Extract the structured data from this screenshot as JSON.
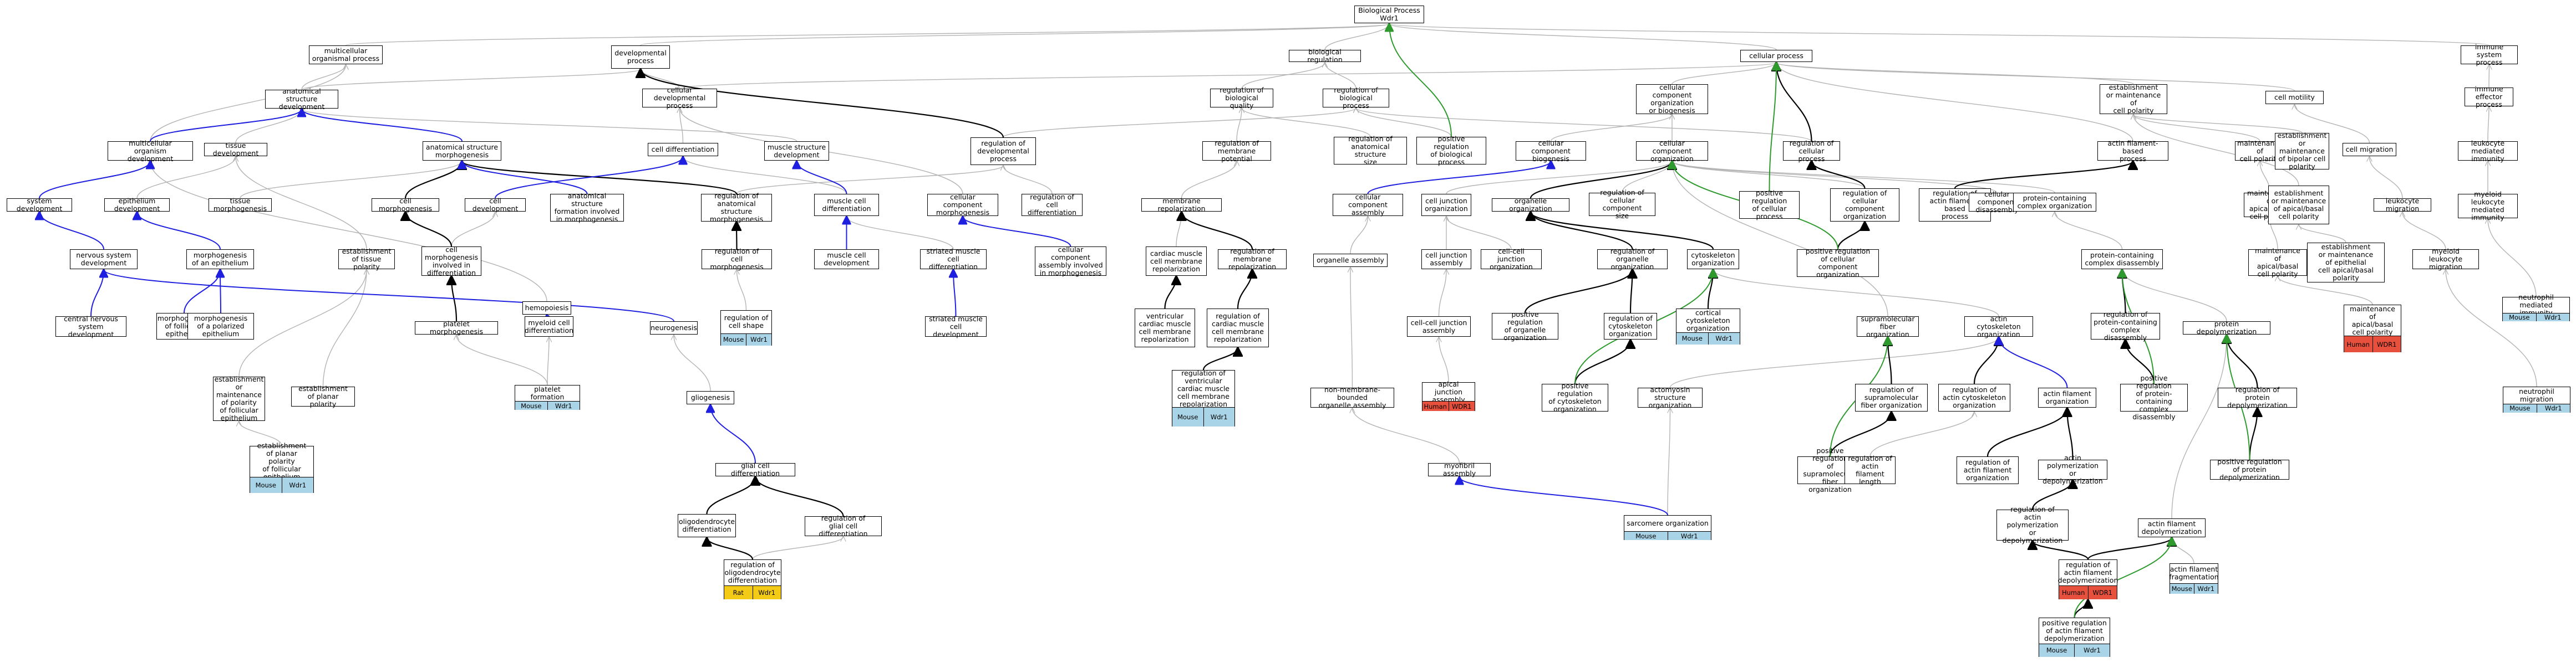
{
  "colors": {
    "gray": "#b3b3b3",
    "black": "#000000",
    "blue": "#1f1fe0",
    "green": "#2e9a2e",
    "mouse": "#a9d3e6",
    "human": "#e7503d",
    "rat": "#f3cb17"
  },
  "nodes": {
    "bp": "Biological Process\nWdr1",
    "multi": "multicellular\norganismal process",
    "devproc": "developmental\nprocess",
    "bioreg": "biological regulation",
    "cellproc": "cellular process",
    "immsys": "immune system\nprocess",
    "anatdev": "anatomical structure\ndevelopment",
    "celldevproc": "cellular developmental\nprocess",
    "regbq": "regulation of\nbiological quality",
    "regbp": "regulation of\nbiological process",
    "ccorgbio": "cellular component\norganization\nor biogenesis",
    "estpol": "establishment\nor maintenance of\ncell polarity",
    "cellmot": "cell motility",
    "immeff": "immune effector\nprocess",
    "multidev": "multicellular\norganism development",
    "tissdev": "tissue development",
    "anatmorph": "anatomical structure\nmorphogenesis",
    "celldiff": "cell differentiation",
    "musstrdev": "muscle structure\ndevelopment",
    "regdevproc": "regulation of\ndevelopmental\nprocess",
    "regmempot": "regulation of\nmembrane potential",
    "reganatsize": "regulation of\nanatomical structure\nsize",
    "posregbp": "positive regulation\nof biological\nprocess",
    "ccbiogen": "cellular component\nbiogenesis",
    "ccorg": "cellular component\norganization",
    "regcellproc": "regulation of\ncellular process",
    "actinbased": "actin filament-based\nprocess",
    "maintpol": "maintenance of\ncell polarity",
    "estbipolar": "establishment\nor maintenance\nof bipolar cell\npolarity",
    "cellmig": "cell migration",
    "leukimm": "leukocyte mediated\nimmunity",
    "sysdev": "system development",
    "epidev": "epithelium development",
    "tissmorph": "tissue morphogenesis",
    "cellmorph": "cell morphogenesis",
    "celldev": "cell development",
    "anatform": "anatomical structure\nformation involved\nin morphogenesis",
    "reganatmorph": "regulation of\nanatomical structure\nmorphogenesis",
    "muscdiff": "muscle cell\ndifferentiation",
    "ccmorph": "cellular component\nmorphogenesis",
    "regcelldiff": "regulation of\ncell differentiation",
    "memrepol": "membrane repolarization",
    "ccassembly": "cellular component\nassembly",
    "celljuncorg": "cell junction\norganization",
    "organorg": "organelle organization",
    "regccsize": "regulation of\ncellular component\nsize",
    "posregcp": "positive regulation\nof cellular\nprocess",
    "regccorg": "regulation of\ncellular component\norganization",
    "regactinproc": "regulation of\nactin filament-based\nprocess",
    "ccdisass": "cellular component\ndisassembly",
    "pcorg": "protein-containing\ncomplex organization",
    "maintapical": "maintenance of\napical/basal\ncell polarity",
    "estapical": "establishment\nor maintenance\nof apical/basal\ncell polarity",
    "leukmig": "leukocyte migration",
    "myeloidimm": "myeloid leukocyte\nmediated immunity",
    "nsdev": "nervous system\ndevelopment",
    "morphepi": "morphogenesis\nof an epithelium",
    "esttiss": "establishment\nof tissue polarity",
    "cellmorphdiff": "cell morphogenesis\ninvolved in\ndifferentiation",
    "regcellmorph": "regulation of\ncell morphogenesis",
    "muscdev": "muscle cell\ndevelopment",
    "striateddiff": "striated muscle\ncell differentiation",
    "ccassmorph": "cellular component\nassembly involved\nin morphogenesis",
    "cardrepol": "cardiac muscle\ncell membrane\nrepolarization",
    "regmemrepol": "regulation of\nmembrane repolarization",
    "organassembly": "organelle assembly",
    "celljuncassembly": "cell junction\nassembly",
    "cellcelljuncorg": "cell-cell junction\norganization",
    "regorganorg": "regulation of\norganelle organization",
    "cytoorg": "cytoskeleton\norganization",
    "posregccorg": "positive regulation\nof cellular\ncomponent organization",
    "pcdisass": "protein-containing\ncomplex disassembly",
    "maintepi": "maintenance of\napical/basal\ncell polarity",
    "estepi": "establishment\nor maintenance\nof epithelial\ncell apical/basal\npolarity",
    "myeloidmig": "myeloid leukocyte\nmigration",
    "cns": "central nervous\nsystem development",
    "morphfollic": "morphogenesis\nof follicular\nepithelium",
    "morphpolar": "morphogenesis\nof a polarized\nepithelium",
    "platelet": "platelet morphogenesis",
    "hemopoiesis": "hemopoiesis",
    "myeloiddiff": "myeloid cell\ndifferentiation",
    "neurogenesis": "neurogenesis",
    "striateddev": "striated muscle\ncell development",
    "ventrepol": "ventricular\ncardiac muscle\ncell membrane\nrepolarization",
    "regcardrepol": "regulation of\ncardiac muscle\ncell membrane\nrepolarization",
    "cellcelljuncassembly": "cell-cell junction\nassembly",
    "posregorgan": "positive regulation\nof organelle\norganization",
    "regcyto": "regulation of\ncytoskeleton\norganization",
    "supramolorg": "supramolecular\nfiber organization",
    "actincytoorg": "actin cytoskeleton\norganization",
    "regpcdisass": "regulation of\nprotein-containing\ncomplex disassembly",
    "protdepoly": "protein depolymerization",
    "estmaint": "establishment\nor maintenance\nof polarity\nof follicular\nepithelium",
    "estplanar": "establishment\nof planar polarity",
    "gliogenesis": "gliogenesis",
    "nonmem": "non-membrane-bounded\norganelle assembly",
    "posregcyto": "positive regulation\nof cytoskeleton\norganization",
    "actomyosin": "actomyosin structure\norganization",
    "regsupramol": "regulation of\nsupramolecular\nfiber organization",
    "regactincyto": "regulation of\nactin cytoskeleton\norganization",
    "actinfilorg": "actin filament\norganization",
    "posregpcdisass": "positive regulation\nof protein-containing\ncomplex disassembly",
    "regprotdepoly": "regulation of\nprotein depolymerization",
    "glialdiff": "glial cell differentiation",
    "myofibril": "myofibril assembly",
    "posregsupramol": "positive regulation\nof supramolecular\nfiber organization",
    "regactinlength": "regulation of\nactin filament\nlength",
    "regactinorg": "regulation of\nactin filament\norganization",
    "actinpoly": "actin polymerization\nor depolymerization",
    "posregprotdepoly": "positive regulation\nof protein depolymerization",
    "oligo": "oligodendrocyte\ndifferentiation",
    "regglial": "regulation of\nglial cell differentiation",
    "regactinpoly": "regulation of\nactin polymerization\nor depolymerization",
    "actindepoly": "actin filament\ndepolymerization"
  },
  "annotated": {
    "plateletform": {
      "label": "platelet formation",
      "tags": [
        "Mouse",
        "Wdr1"
      ]
    },
    "regcellshape": {
      "label": "regulation of\ncell shape",
      "tags": [
        "Mouse",
        "Wdr1"
      ]
    },
    "regventrepol": {
      "label": "regulation of\nventricular\ncardiac muscle\ncell membrane\nrepolarization",
      "tags": [
        "Mouse",
        "Wdr1"
      ]
    },
    "apicaljunc": {
      "label": "apical junction\nassembly",
      "tags": [
        "Human",
        "WDR1"
      ]
    },
    "corticalcyto": {
      "label": "cortical cytoskeleton\norganization",
      "tags": [
        "Mouse",
        "Wdr1"
      ]
    },
    "maintepipolar": {
      "label": "maintenance of\napical/basal\ncell polarity",
      "tags": [
        "Human",
        "WDR1"
      ]
    },
    "neutrophilimm": {
      "label": "neutrophil mediated\nimmunity",
      "tags": [
        "Mouse",
        "Wdr1"
      ]
    },
    "estplanarfollic": {
      "label": "establishment\nof planar polarity\nof follicular\nepithelium",
      "tags": [
        "Mouse",
        "Wdr1"
      ]
    },
    "neutrophilmig": {
      "label": "neutrophil migration",
      "tags": [
        "Mouse",
        "Wdr1"
      ]
    },
    "sarcomere": {
      "label": "sarcomere organization",
      "tags": [
        "Mouse",
        "Wdr1"
      ]
    },
    "regoligo": {
      "label": "regulation of\noligodendrocyte\ndifferentiation",
      "tags": [
        "Rat",
        "Wdr1"
      ]
    },
    "regactindepoly": {
      "label": "regulation of\nactin filament\ndepolymerization",
      "tags": [
        "Human",
        "WDR1"
      ]
    },
    "actinfrag": {
      "label": "actin filament\nfragmentation",
      "tags": [
        "Mouse",
        "Wdr1"
      ]
    },
    "posregactindepoly": {
      "label": "positive regulation\nof actin filament\ndepolymerization",
      "tags": [
        "Mouse",
        "Wdr1"
      ]
    }
  }
}
